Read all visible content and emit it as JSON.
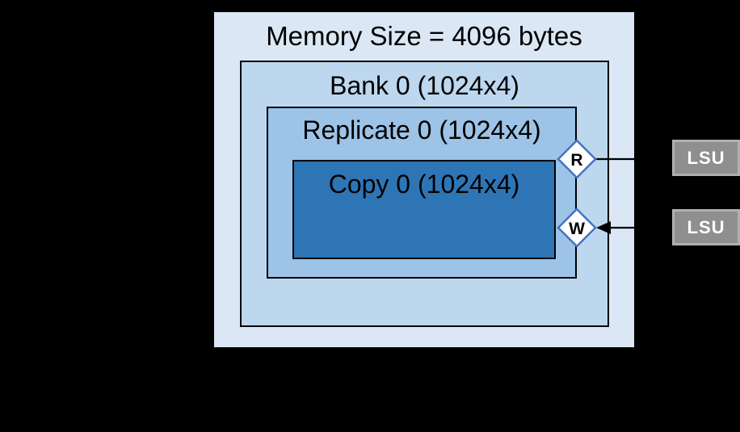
{
  "canvas": {
    "background": "#000000"
  },
  "memory": {
    "label": "Memory Size = 4096 bytes",
    "fill": "#dce7f5"
  },
  "bank": {
    "label": "Bank 0 (1024x4)",
    "fill": "#bdd7ee"
  },
  "replicate": {
    "label": "Replicate 0 (1024x4)",
    "fill": "#9dc3e6"
  },
  "copy": {
    "label": "Copy 0 (1024x4)",
    "fill": "#2e75b6"
  },
  "ports": {
    "read": {
      "label": "R"
    },
    "write": {
      "label": "W"
    },
    "fill": "#ffffff",
    "border": "#4472c4"
  },
  "connectors": {
    "color": "#000000"
  },
  "lsus": {
    "top": {
      "label": "LSU"
    },
    "bottom": {
      "label": "LSU"
    },
    "fill": "#8f8f8f",
    "border": "#b0b0b0",
    "text_color": "#ffffff"
  }
}
